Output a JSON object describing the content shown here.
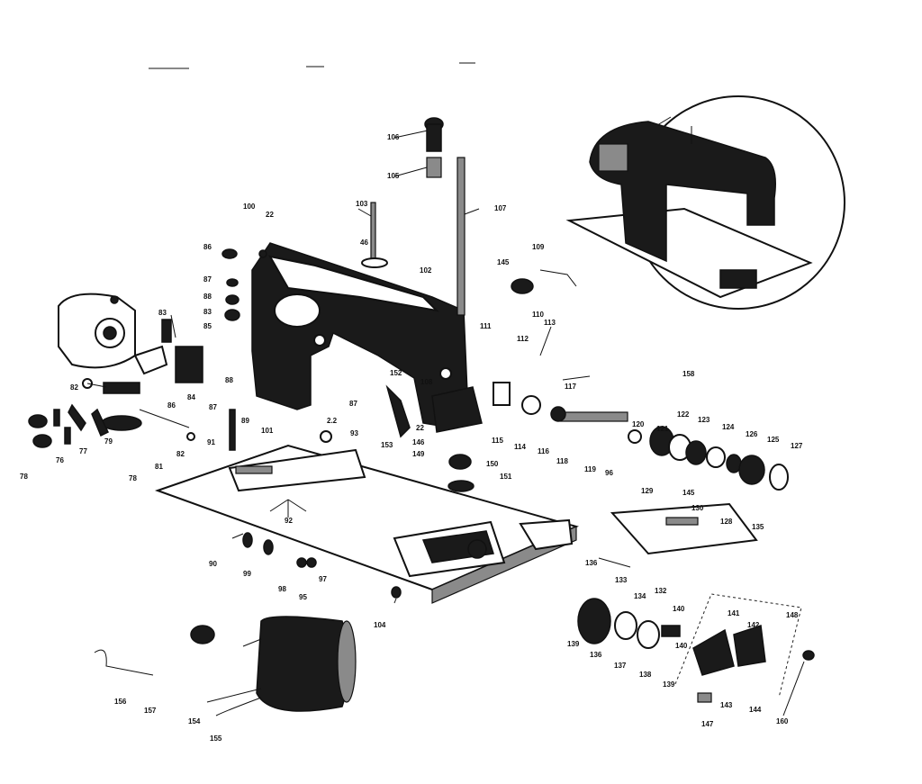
{
  "callouts": {
    "c1": "106",
    "c2": "105",
    "c3": "103",
    "c4": "107",
    "c5": "100",
    "c6": "22",
    "c7": "46",
    "c8": "102",
    "c9": "86",
    "c10": "87",
    "c11": "88",
    "c12": "83",
    "c13": "85",
    "c14": "83",
    "c15": "84",
    "c16": "82",
    "c17": "86",
    "c18": "88",
    "c19": "87",
    "c20": "89",
    "c21": "101",
    "c22": "2.2",
    "c23": "93",
    "c24": "91",
    "c25": "87",
    "c26": "78",
    "c27": "76",
    "c28": "77",
    "c29": "79",
    "c30": "78",
    "c31": "81",
    "c32": "82",
    "c33": "92",
    "c34": "90",
    "c35": "99",
    "c36": "98",
    "c37": "95",
    "c38": "97",
    "c39": "104",
    "c40": "145",
    "c41": "109",
    "c42": "110",
    "c43": "111",
    "c44": "113",
    "c45": "112",
    "c46": "152",
    "c47": "108",
    "c48": "153",
    "c49": "22",
    "c50": "146",
    "c51": "149",
    "c52": "150",
    "c53": "151",
    "c54": "115",
    "c55": "114",
    "c56": "116",
    "c57": "118",
    "c58": "119",
    "c59": "117",
    "c60": "158",
    "c61": "120",
    "c62": "121",
    "c63": "122",
    "c64": "123",
    "c65": "124",
    "c66": "126",
    "c67": "125",
    "c68": "127",
    "c69": "96",
    "c70": "129",
    "c71": "145",
    "c72": "130",
    "c73": "128",
    "c74": "135",
    "c75": "136",
    "c76": "133",
    "c77": "134",
    "c78": "132",
    "c79": "139",
    "c80": "136",
    "c81": "137",
    "c82": "138",
    "c83": "139",
    "c84": "140",
    "c85": "140",
    "c86": "141",
    "c87": "142",
    "c88": "148",
    "c89": "143",
    "c90": "144",
    "c91": "147",
    "c92": "160",
    "c93": "156",
    "c94": "157",
    "c95": "154",
    "c96": "155"
  }
}
